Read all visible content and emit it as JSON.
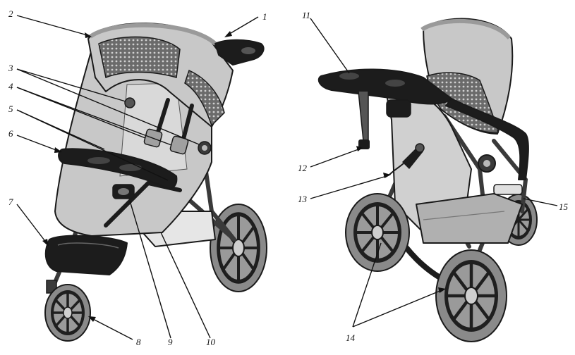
{
  "colors": {
    "fabric": "#c8c8c8",
    "fabric_light": "#d9d9d9",
    "frame": "#3a3a3a",
    "dark": "#1c1c1c",
    "tire": "#8a8a8a",
    "mesh": "#5a5a5a",
    "line": "#111111"
  },
  "callouts": {
    "c1": "1",
    "c2": "2",
    "c3": "3",
    "c4": "4",
    "c5": "5",
    "c6": "6",
    "c7": "7",
    "c8": "8",
    "c9": "9",
    "c10": "10",
    "c11": "11",
    "c12": "12",
    "c13": "13",
    "c14": "14",
    "c15": "15"
  }
}
